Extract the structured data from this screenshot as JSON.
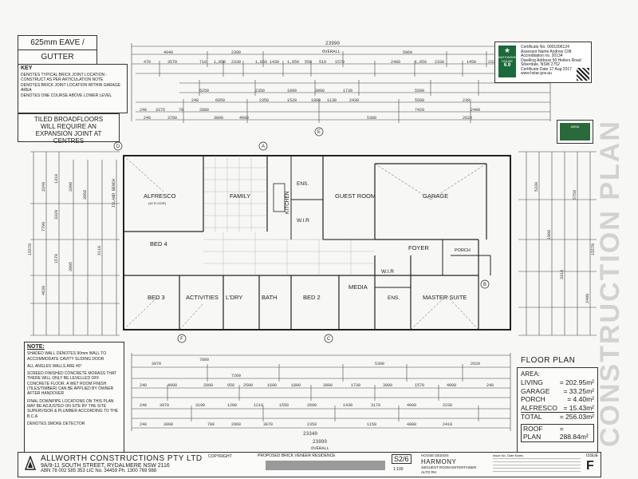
{
  "eave": {
    "line1": "625mm EAVE /",
    "line2": "GUTTER OVERHANG"
  },
  "key": {
    "title": "KEY",
    "items": [
      "DENOTES TYPICAL BRICK JOINT LOCATION - CONSTRUCT AS PER ARTICULATION NOTE",
      "DENOTES BRICK JOINT LOCATION WITHIN GARAGE AREA",
      "DENOTES ONE COURSE ABOVE LOWER LEVEL"
    ]
  },
  "tiled_note": {
    "line1": "TILED BROADFLOORS",
    "line2": "WILL REQUIRE AN",
    "line3": "EXPANSION JOINT AT",
    "line4": "CENTRES"
  },
  "rooms": {
    "alfresco": "ALFRESCO",
    "alfresco_sub": "(40 FLOOR)",
    "family": "FAMILY",
    "kitchen": "KITCHEN",
    "ens_top": "ENS.",
    "guest_room": "GUEST ROOM",
    "garage": "GARAGE",
    "wir_top": "W.I.R",
    "bed4": "BED 4",
    "foyer": "FOYER",
    "porch": "PORCH",
    "bed3": "BED 3",
    "activities": "ACTIVITIES",
    "ldry": "L'DRY",
    "bath": "BATH",
    "bed2": "BED 2",
    "media": "MEDIA",
    "wir_bottom": "W.I.R",
    "ens_bottom": "ENS.",
    "master_suite": "MASTER SUITE"
  },
  "dims": {
    "overall_top": "23990",
    "overall_top_label": "OVERALL",
    "top_row": [
      "4040",
      "2390",
      "5960",
      "1650"
    ],
    "overall_bottom": "23990",
    "overall_bottom_label": "OVERALL",
    "bottom_total": "23340",
    "bottom_row": [
      "3970",
      "7260",
      "5390",
      "2620"
    ],
    "left_total": "15570",
    "right_total": "15570",
    "bottom_mid": "7880"
  },
  "grid_markers": [
    "A",
    "B",
    "C",
    "D",
    "E",
    "F"
  ],
  "notes": {
    "title": "NOTE:",
    "items": [
      "SHADED WALL DENOTES 90mm WALL TO ACCOMMODATE CAVITY SLIDING DOOR",
      "ALL ANGLES WALLS ARE 45°",
      "SCREED FINISHED CONCRETE MORASS THAT THERE WILL ONLY BE LEVELLED OFF CONCRETE FLOOR. A WET ROOM FINISH (TILES/TIMBER) CAN BE APPLIED BY OWNER AFTER HANDOVER",
      "FINAL DOWNPIPE LOCATIONS ON THIS PLAN MAY BE ADJUSTED ON SITE BY THE SITE SUPERVISOR & PLUMBER ACCORDING TO THE B.C.A",
      "DENOTES SMOKE DETECTOR"
    ]
  },
  "certificate": {
    "logo_text": "NATIONWIDE HOUSE",
    "stars": "6.9",
    "rows": [
      "Certificate No.  0001006124",
      "Assessor Name  Andrew Clift",
      "Accreditation no.  20134",
      "Dwelling Address  50 Heilers Road",
      "Silverdale, NSW 2752",
      "Certificate Date  17 Aug 2017"
    ],
    "url": "www.hstar.gov.au"
  },
  "badge": {
    "text": "ABSA"
  },
  "area_schedule": {
    "title": "FLOOR PLAN",
    "heading": "AREA:",
    "rows": [
      {
        "label": "LIVING",
        "value": "= 202.95m²"
      },
      {
        "label": "GARAGE",
        "value": "= 33.25m²"
      },
      {
        "label": "PORCH",
        "value": "= 4.40m²"
      },
      {
        "label": "ALFRESCO",
        "value": "= 15.43m²"
      }
    ],
    "total": {
      "label": "TOTAL",
      "value": "= 256.03m²"
    },
    "roof": {
      "label": "ROOF PLAN",
      "value": "= 288.84m²"
    }
  },
  "title_block": {
    "company": "ALLWORTH CONSTRUCTIONS PTY LTD",
    "address": "9A/9-11 SOUTH STREET, RYDALMERE NSW 2116",
    "abn": "ABN 78 002 585 353   LIC No. 34459   Ph. 1300 769 988",
    "copyright": "COPYRIGHT",
    "residence": "PROPOSED BRICK VENEER RESIDENCE",
    "sheet": "S2/6",
    "house_design": "HOUSE DESIGN",
    "design": "HARMONY",
    "design_sub": "48/GUEST ROOM ENTERTAINER",
    "design_facade": "ALTO RH",
    "scale": "1:100",
    "issue_label": "ISSUE",
    "issue": "F",
    "rev_header": "Issue No.  Date  Notes"
  },
  "watermark": "CONSTRUCTION PLAN"
}
